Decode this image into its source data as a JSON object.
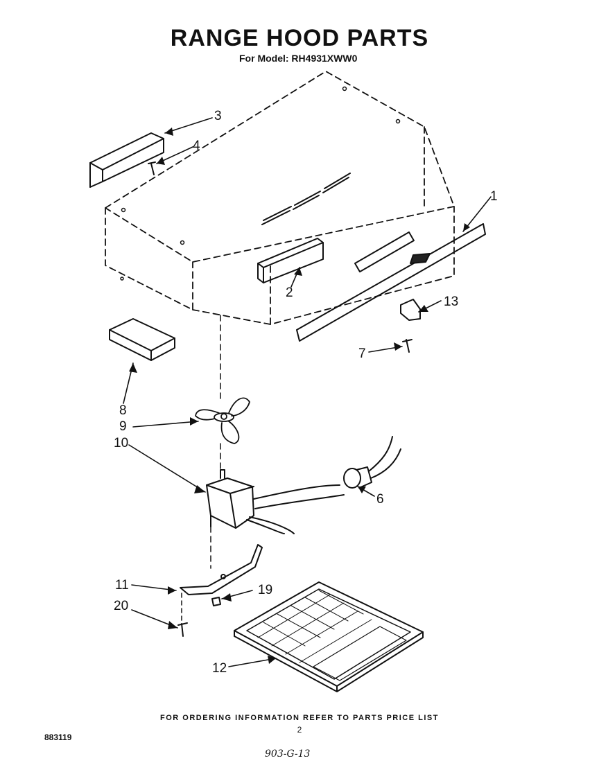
{
  "header": {
    "title": "RANGE HOOD PARTS",
    "subtitle": "For Model: RH4931XWW0"
  },
  "parts": [
    {
      "id": "1",
      "label": "1"
    },
    {
      "id": "2",
      "label": "2"
    },
    {
      "id": "3",
      "label": "3"
    },
    {
      "id": "4",
      "label": "4"
    },
    {
      "id": "6",
      "label": "6"
    },
    {
      "id": "7",
      "label": "7"
    },
    {
      "id": "8",
      "label": "8"
    },
    {
      "id": "9",
      "label": "9"
    },
    {
      "id": "10",
      "label": "10"
    },
    {
      "id": "11",
      "label": "11"
    },
    {
      "id": "12",
      "label": "12"
    },
    {
      "id": "13",
      "label": "13"
    },
    {
      "id": "19",
      "label": "19"
    },
    {
      "id": "20",
      "label": "20"
    }
  ],
  "footer": {
    "ordering_note": "FOR ORDERING INFORMATION REFER TO PARTS PRICE LIST",
    "page_number": "2",
    "document_id": "883119",
    "handwritten_note": "903-G-13"
  }
}
